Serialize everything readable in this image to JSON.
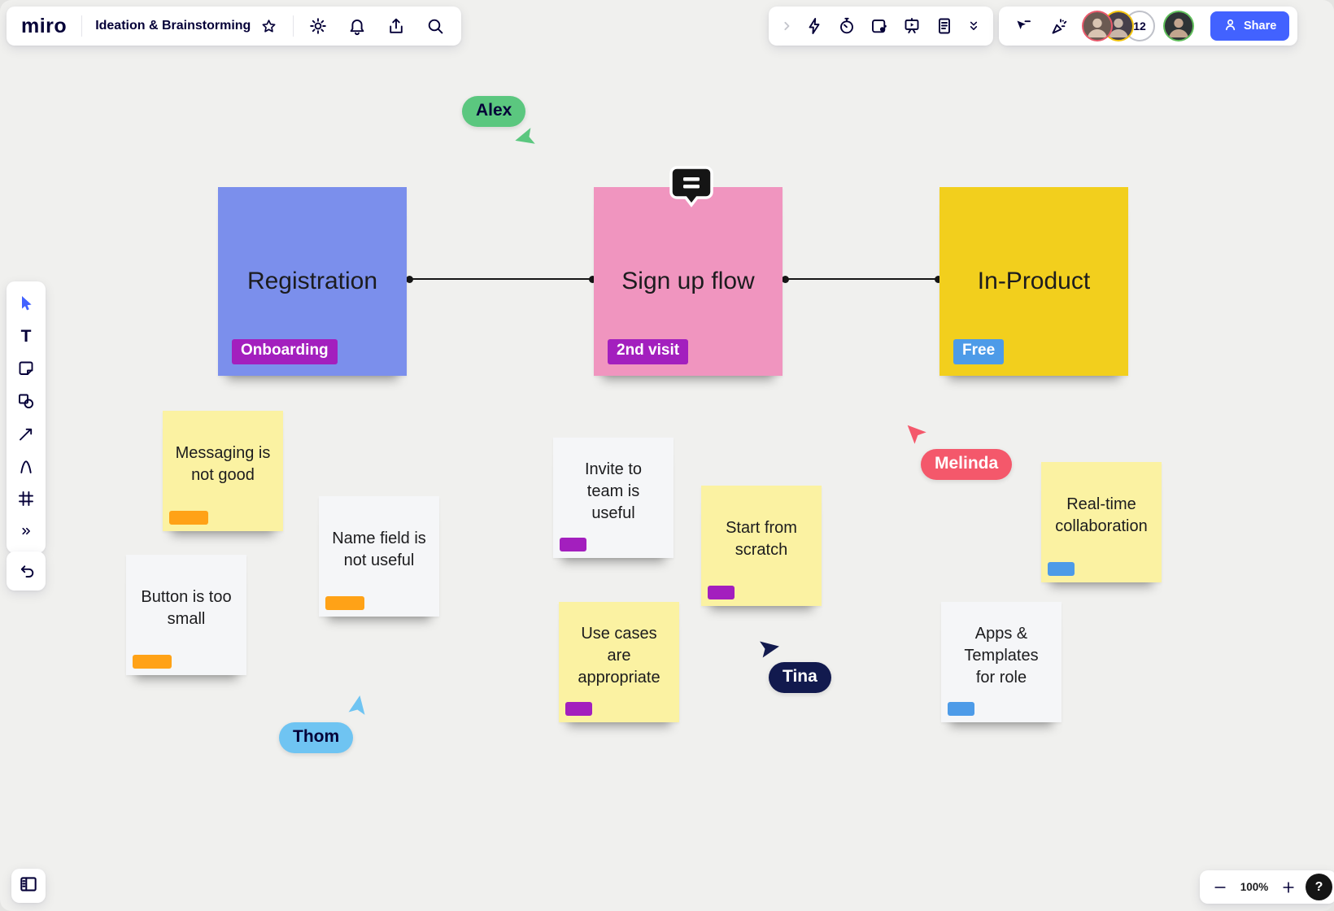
{
  "header": {
    "logo": "miro",
    "board_title": "Ideation & Brainstorming",
    "collaborator_count": "12",
    "share_label": "Share"
  },
  "zoom_controls": {
    "minus": "−",
    "level": "100%",
    "plus": "+",
    "help": "?"
  },
  "board": {
    "flow_steps": [
      {
        "text": "Registration",
        "tag": "Onboarding",
        "color": "#7b8fec",
        "tag_color": "#a31fbe"
      },
      {
        "text": "Sign up flow",
        "tag": "2nd visit",
        "color": "#f095bf",
        "tag_color": "#a31fbe"
      },
      {
        "text": "In-Product",
        "tag": "Free",
        "color": "#f2cf1d",
        "tag_color": "#4d9be8"
      }
    ],
    "notes": [
      {
        "text": "Messaging is not good",
        "color": "#fbf2a2",
        "tag_color": "#ffa217"
      },
      {
        "text": "Name field is not useful",
        "color": "#f5f6f8",
        "tag_color": "#ffa217"
      },
      {
        "text": "Button is too small",
        "color": "#f5f6f8",
        "tag_color": "#ffa217"
      },
      {
        "text": "Invite to team is useful",
        "color": "#f5f6f8",
        "tag_color": "#a31fbe"
      },
      {
        "text": "Start from scratch",
        "color": "#fbf2a2",
        "tag_color": "#a31fbe"
      },
      {
        "text": "Use cases are appropriate",
        "color": "#fbf2a2",
        "tag_color": "#a31fbe"
      },
      {
        "text": "Real-time collaboration",
        "color": "#fbf2a2",
        "tag_color": "#4d9be8"
      },
      {
        "text": "Apps & Templates for role",
        "color": "#f5f6f8",
        "tag_color": "#4d9be8"
      }
    ],
    "collaborators": [
      {
        "name": "Alex",
        "color": "#5bc77f",
        "text_color": "#050038"
      },
      {
        "name": "Melinda",
        "color": "#f4586b",
        "text_color": "#ffffff"
      },
      {
        "name": "Tina",
        "color": "#121a4e",
        "text_color": "#ffffff"
      },
      {
        "name": "Thom",
        "color": "#6fc4f2",
        "text_color": "#050038"
      }
    ]
  },
  "icons": {
    "favorite-star": "☆",
    "settings-gear": "⚙",
    "notifications-bell": "🔔",
    "export-upload": "↥",
    "search": "🔍",
    "expand-chevron": "›",
    "reactions-lightning": "⚡",
    "timer-stopwatch": "⏱",
    "voting": "▣",
    "presentation": "▶",
    "notes-doc": "▤",
    "more-chevrons-down": "»",
    "follow-cursor": "➤",
    "confetti": "🎉",
    "share-person": "👤",
    "select-cursor": "➤",
    "text-tool": "T",
    "sticky-note-tool": "▢",
    "shapes-tool": "◻○",
    "arrow-tool": "↗",
    "pen-tool": "∧",
    "frame-tool": "#",
    "more-tools": "»",
    "undo": "↶",
    "frames-panel": "▥",
    "comment": "▬"
  },
  "colors": {
    "brand_navy": "#050038",
    "action_blue": "#4262ff",
    "canvas": "#f0f0ee",
    "connector": "#161616"
  }
}
